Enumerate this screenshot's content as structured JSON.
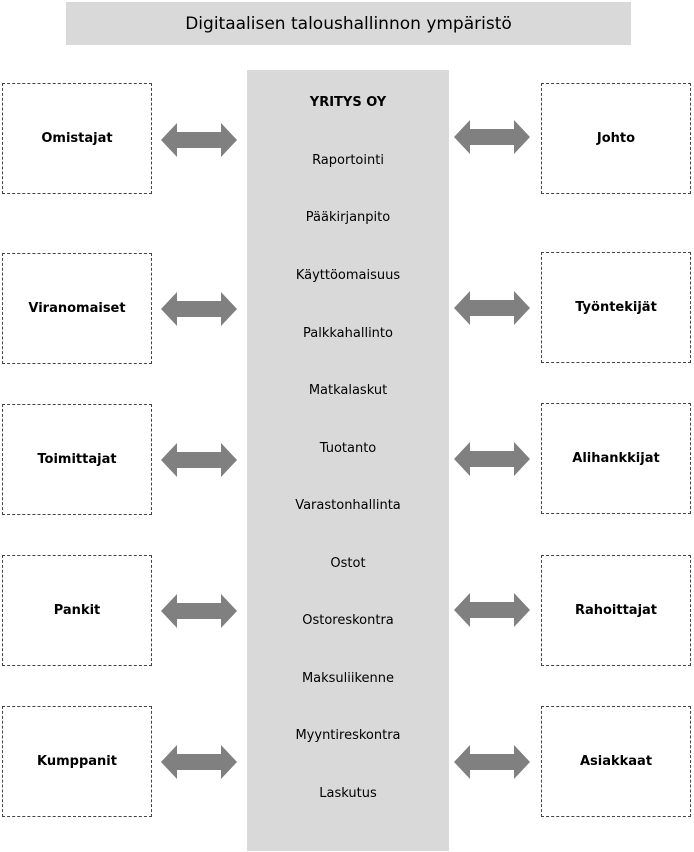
{
  "title": "Digitaalisen taloushallinnon ympäristö",
  "center": {
    "items": [
      "YRITYS OY",
      "Raportointi",
      "Pääkirjanpito",
      "Käyttöomaisuus",
      "Palkkahallinto",
      "Matkalaskut",
      "Tuotanto",
      "Varastonhallinta",
      "Ostot",
      "Ostoreskontra",
      "Maksuliikenne",
      "Myyntireskontra",
      "Laskutus"
    ]
  },
  "left_boxes": [
    "Omistajat",
    "Viranomaiset",
    "Toimittajat",
    "Pankit",
    "Kumppanit"
  ],
  "right_boxes": [
    "Johto",
    "Työntekijät",
    "Alihankkijat",
    "Rahoittajat",
    "Asiakkaat"
  ],
  "arrow_icon": "double-arrow-icon",
  "colors": {
    "panel": "#d9d9d9",
    "arrow": "#808080",
    "box_border": "#444444"
  }
}
